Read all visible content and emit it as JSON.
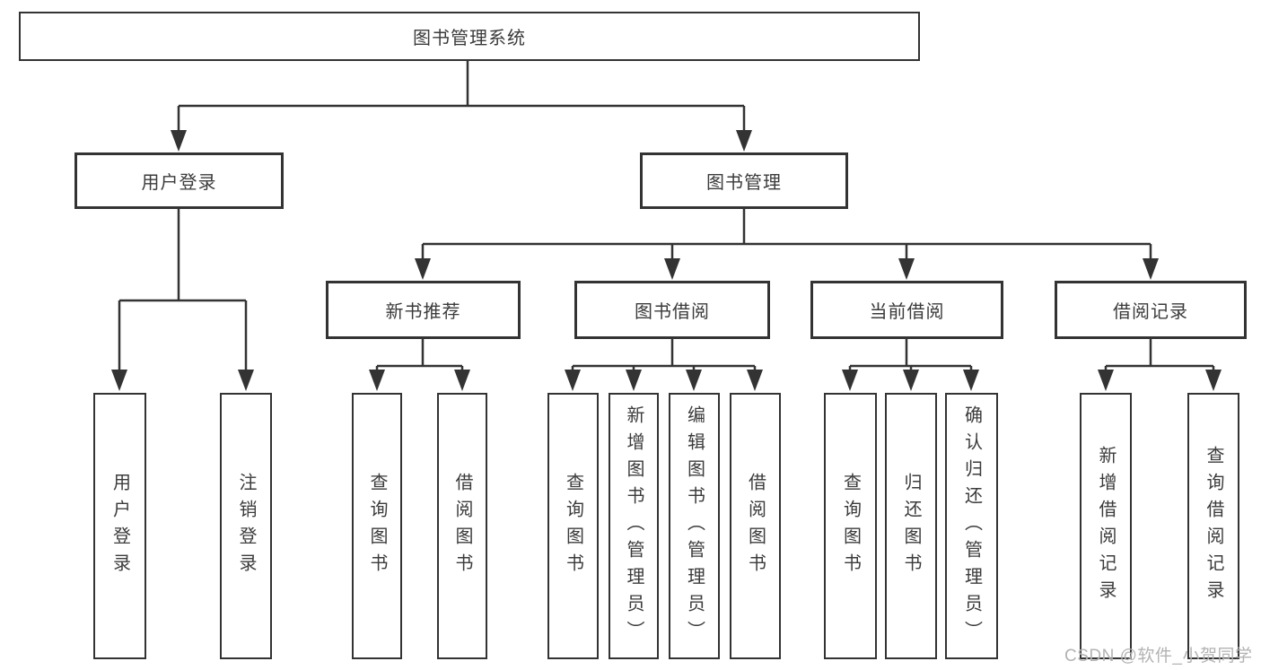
{
  "diagram_title": "图书管理系统",
  "nodes": {
    "root": "图书管理系统",
    "user_login": "用户登录",
    "book_mgmt": "图书管理",
    "new_book_rec": "新书推荐",
    "book_borrow": "图书借阅",
    "current_borrow": "当前借阅",
    "borrow_records": "借阅记录",
    "leaf_user_login": "用户登录",
    "leaf_logout": "注销登录",
    "leaf_query_book_rec": "查询图书",
    "leaf_borrow_book_rec": "借阅图书",
    "leaf_query_book_borrow": "查询图书",
    "leaf_add_book_admin": "新增图书（管理员）",
    "leaf_edit_book_admin": "编辑图书（管理员）",
    "leaf_borrow_book_borrow": "借阅图书",
    "leaf_query_book_current": "查询图书",
    "leaf_return_book": "归还图书",
    "leaf_confirm_return_admin": "确认归还（管理员）",
    "leaf_add_borrow_record": "新增借阅记录",
    "leaf_query_borrow_record": "查询借阅记录"
  },
  "watermark": "CSDN @软件_小贺同学",
  "colors": {
    "line": "#333333",
    "text": "#3b3b3b",
    "box_fill": "#ffffff",
    "watermark": "#b3b3b3"
  }
}
